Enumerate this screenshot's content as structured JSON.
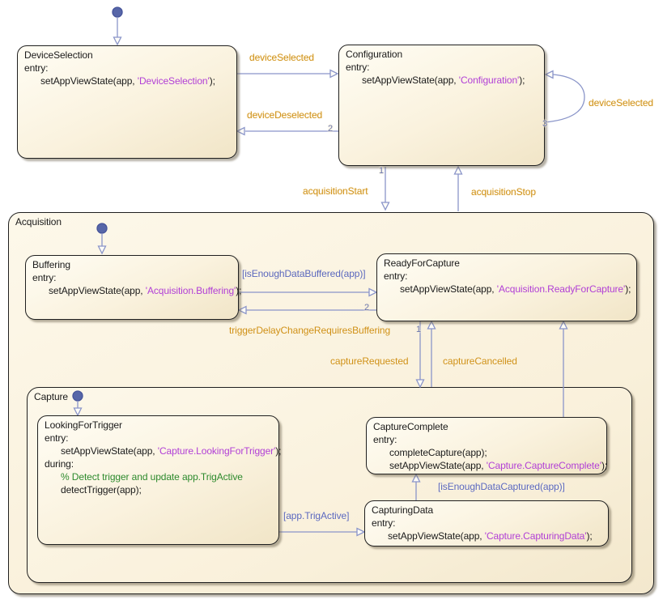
{
  "chart": {
    "tool": "stateflow-state-chart"
  },
  "colors": {
    "edge": "#8a95c9",
    "event_label": "#cf9016",
    "condition_label": "#5a67bd",
    "string_literal": "#b13fd6",
    "comment": "#2d8a2d",
    "state_fill": "#faf2de",
    "state_border": "#1f1f1f"
  },
  "states": {
    "deviceSelection": {
      "title": "DeviceSelection",
      "entry": "entry:",
      "call_pre": "setAppViewState(app, ",
      "call_str": "'DeviceSelection'",
      "call_post": ");"
    },
    "configuration": {
      "title": "Configuration",
      "entry": "entry:",
      "call_pre": "setAppViewState(app, ",
      "call_str": "'Configuration'",
      "call_post": ");"
    },
    "acquisition": {
      "title": "Acquisition"
    },
    "buffering": {
      "title": "Buffering",
      "entry": "entry:",
      "call_pre": "setAppViewState(app, ",
      "call_str": "'Acquisition.Buffering'",
      "call_post": ");"
    },
    "readyForCapture": {
      "title": "ReadyForCapture",
      "entry": "entry:",
      "call_pre": "setAppViewState(app, ",
      "call_str": "'Acquisition.ReadyForCapture'",
      "call_post": ");"
    },
    "capture": {
      "title": "Capture"
    },
    "lookingForTrigger": {
      "title": "LookingForTrigger",
      "entry": "entry:",
      "call_pre": "setAppViewState(app, ",
      "call_str": "'Capture.LookingForTrigger'",
      "call_post": ");",
      "during": "during:",
      "comment": "% Detect trigger and update app.TrigActive",
      "action": "detectTrigger(app);"
    },
    "captureComplete": {
      "title": "CaptureComplete",
      "entry": "entry:",
      "action1": "completeCapture(app);",
      "call_pre": "setAppViewState(app, ",
      "call_str": "'Capture.CaptureComplete'",
      "call_post": ");"
    },
    "capturingData": {
      "title": "CapturingData",
      "entry": "entry:",
      "call_pre": "setAppViewState(app, ",
      "call_str": "'Capture.CapturingData'",
      "call_post": ");"
    }
  },
  "transitions": {
    "device_selected": {
      "label": "deviceSelected"
    },
    "device_deselected": {
      "label": "deviceDeselected",
      "order": "2"
    },
    "device_selected_loop": {
      "label": "deviceSelected",
      "order": "3"
    },
    "acquisition_start": {
      "label": "acquisitionStart",
      "order": "1"
    },
    "acquisition_stop": {
      "label": "acquisitionStop"
    },
    "is_enough_data_buffered": {
      "label": "[isEnoughDataBuffered(app)]"
    },
    "trigger_delay": {
      "label": "triggerDelayChangeRequiresBuffering",
      "order": "2"
    },
    "capture_requested": {
      "label": "captureRequested",
      "order": "1"
    },
    "capture_cancelled": {
      "label": "captureCancelled"
    },
    "app_trig_active": {
      "label": "[app.TrigActive]"
    },
    "is_enough_data_captured": {
      "label": "[isEnoughDataCaptured(app)]"
    }
  }
}
